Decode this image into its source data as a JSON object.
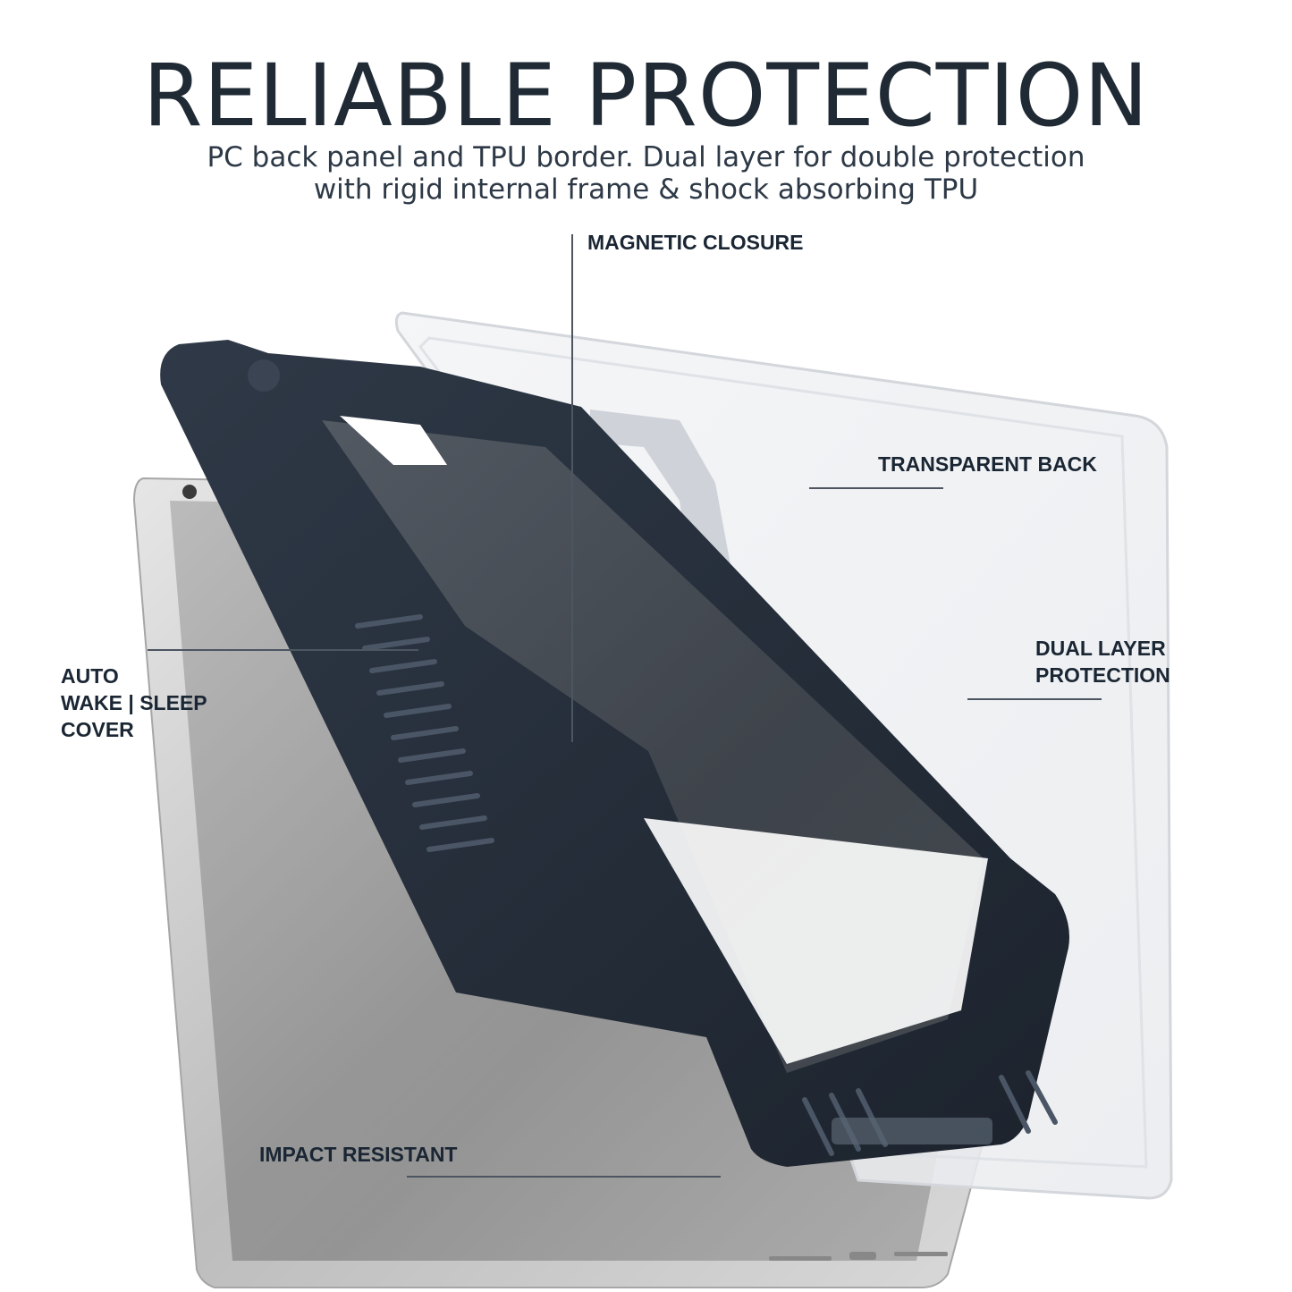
{
  "header": {
    "title": "RELIABLE PROTECTION",
    "subtitle_line1": "PC back panel and TPU border. Dual layer for double protection",
    "subtitle_line2": "with rigid internal frame & shock absorbing TPU"
  },
  "callouts": {
    "magnetic_closure": "MAGNETIC CLOSURE",
    "transparent_back": "TRANSPARENT BACK",
    "dual_layer_line1": "DUAL LAYER",
    "dual_layer_line2": "PROTECTION",
    "auto_wake_line1": "AUTO",
    "auto_wake_line2": "WAKE | SLEEP",
    "auto_wake_line3": "COVER",
    "impact_resistant": "IMPACT RESISTANT"
  },
  "colors": {
    "text_dark": "#1f2a35",
    "case_navy": "#27303d",
    "tablet_silver": "#c9c9c9",
    "leader_line": "#4c5560"
  }
}
